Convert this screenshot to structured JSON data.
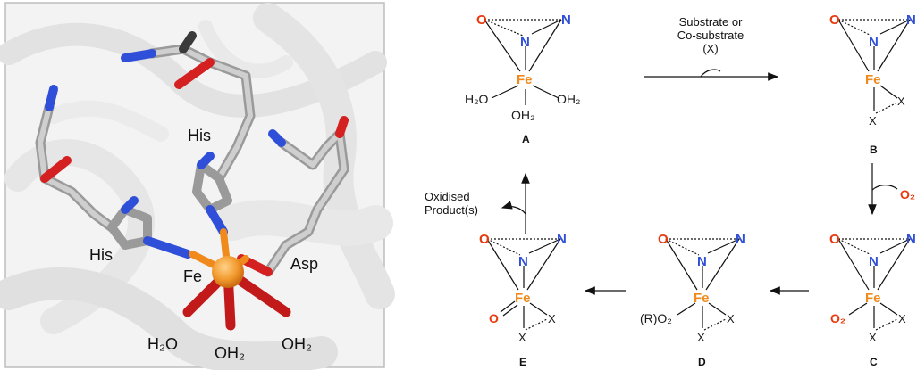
{
  "panel_left": {
    "labels": {
      "his_top": "His",
      "his_left": "His",
      "fe": "Fe",
      "asp": "Asp",
      "h2o": "H₂O",
      "oh2_mid": "OH₂",
      "oh2_right": "OH₂"
    }
  },
  "scheme": {
    "arrow_top_label": [
      "Substrate or",
      "Co-substrate",
      "(X)"
    ],
    "o2_label": "O₂",
    "oxidised_label": [
      "Oxidised",
      "Product(s)"
    ],
    "elements": {
      "O": "O",
      "N": "N",
      "Fe": "Fe",
      "X": "X"
    },
    "ligands": {
      "a_h2o": "H₂O",
      "a_oh2_right": "OH₂",
      "a_oh2_bottom": "OH₂",
      "c_o2": "O₂",
      "d_ro2": "(R)O₂",
      "e_oxo": "O"
    },
    "structure_labels": [
      "A",
      "B",
      "C",
      "D",
      "E"
    ]
  },
  "colors": {
    "oxygen": "#e8380d",
    "nitrogen": "#2f4fd8",
    "iron": "#f08a1c",
    "carbon": "#8c8c8c"
  }
}
